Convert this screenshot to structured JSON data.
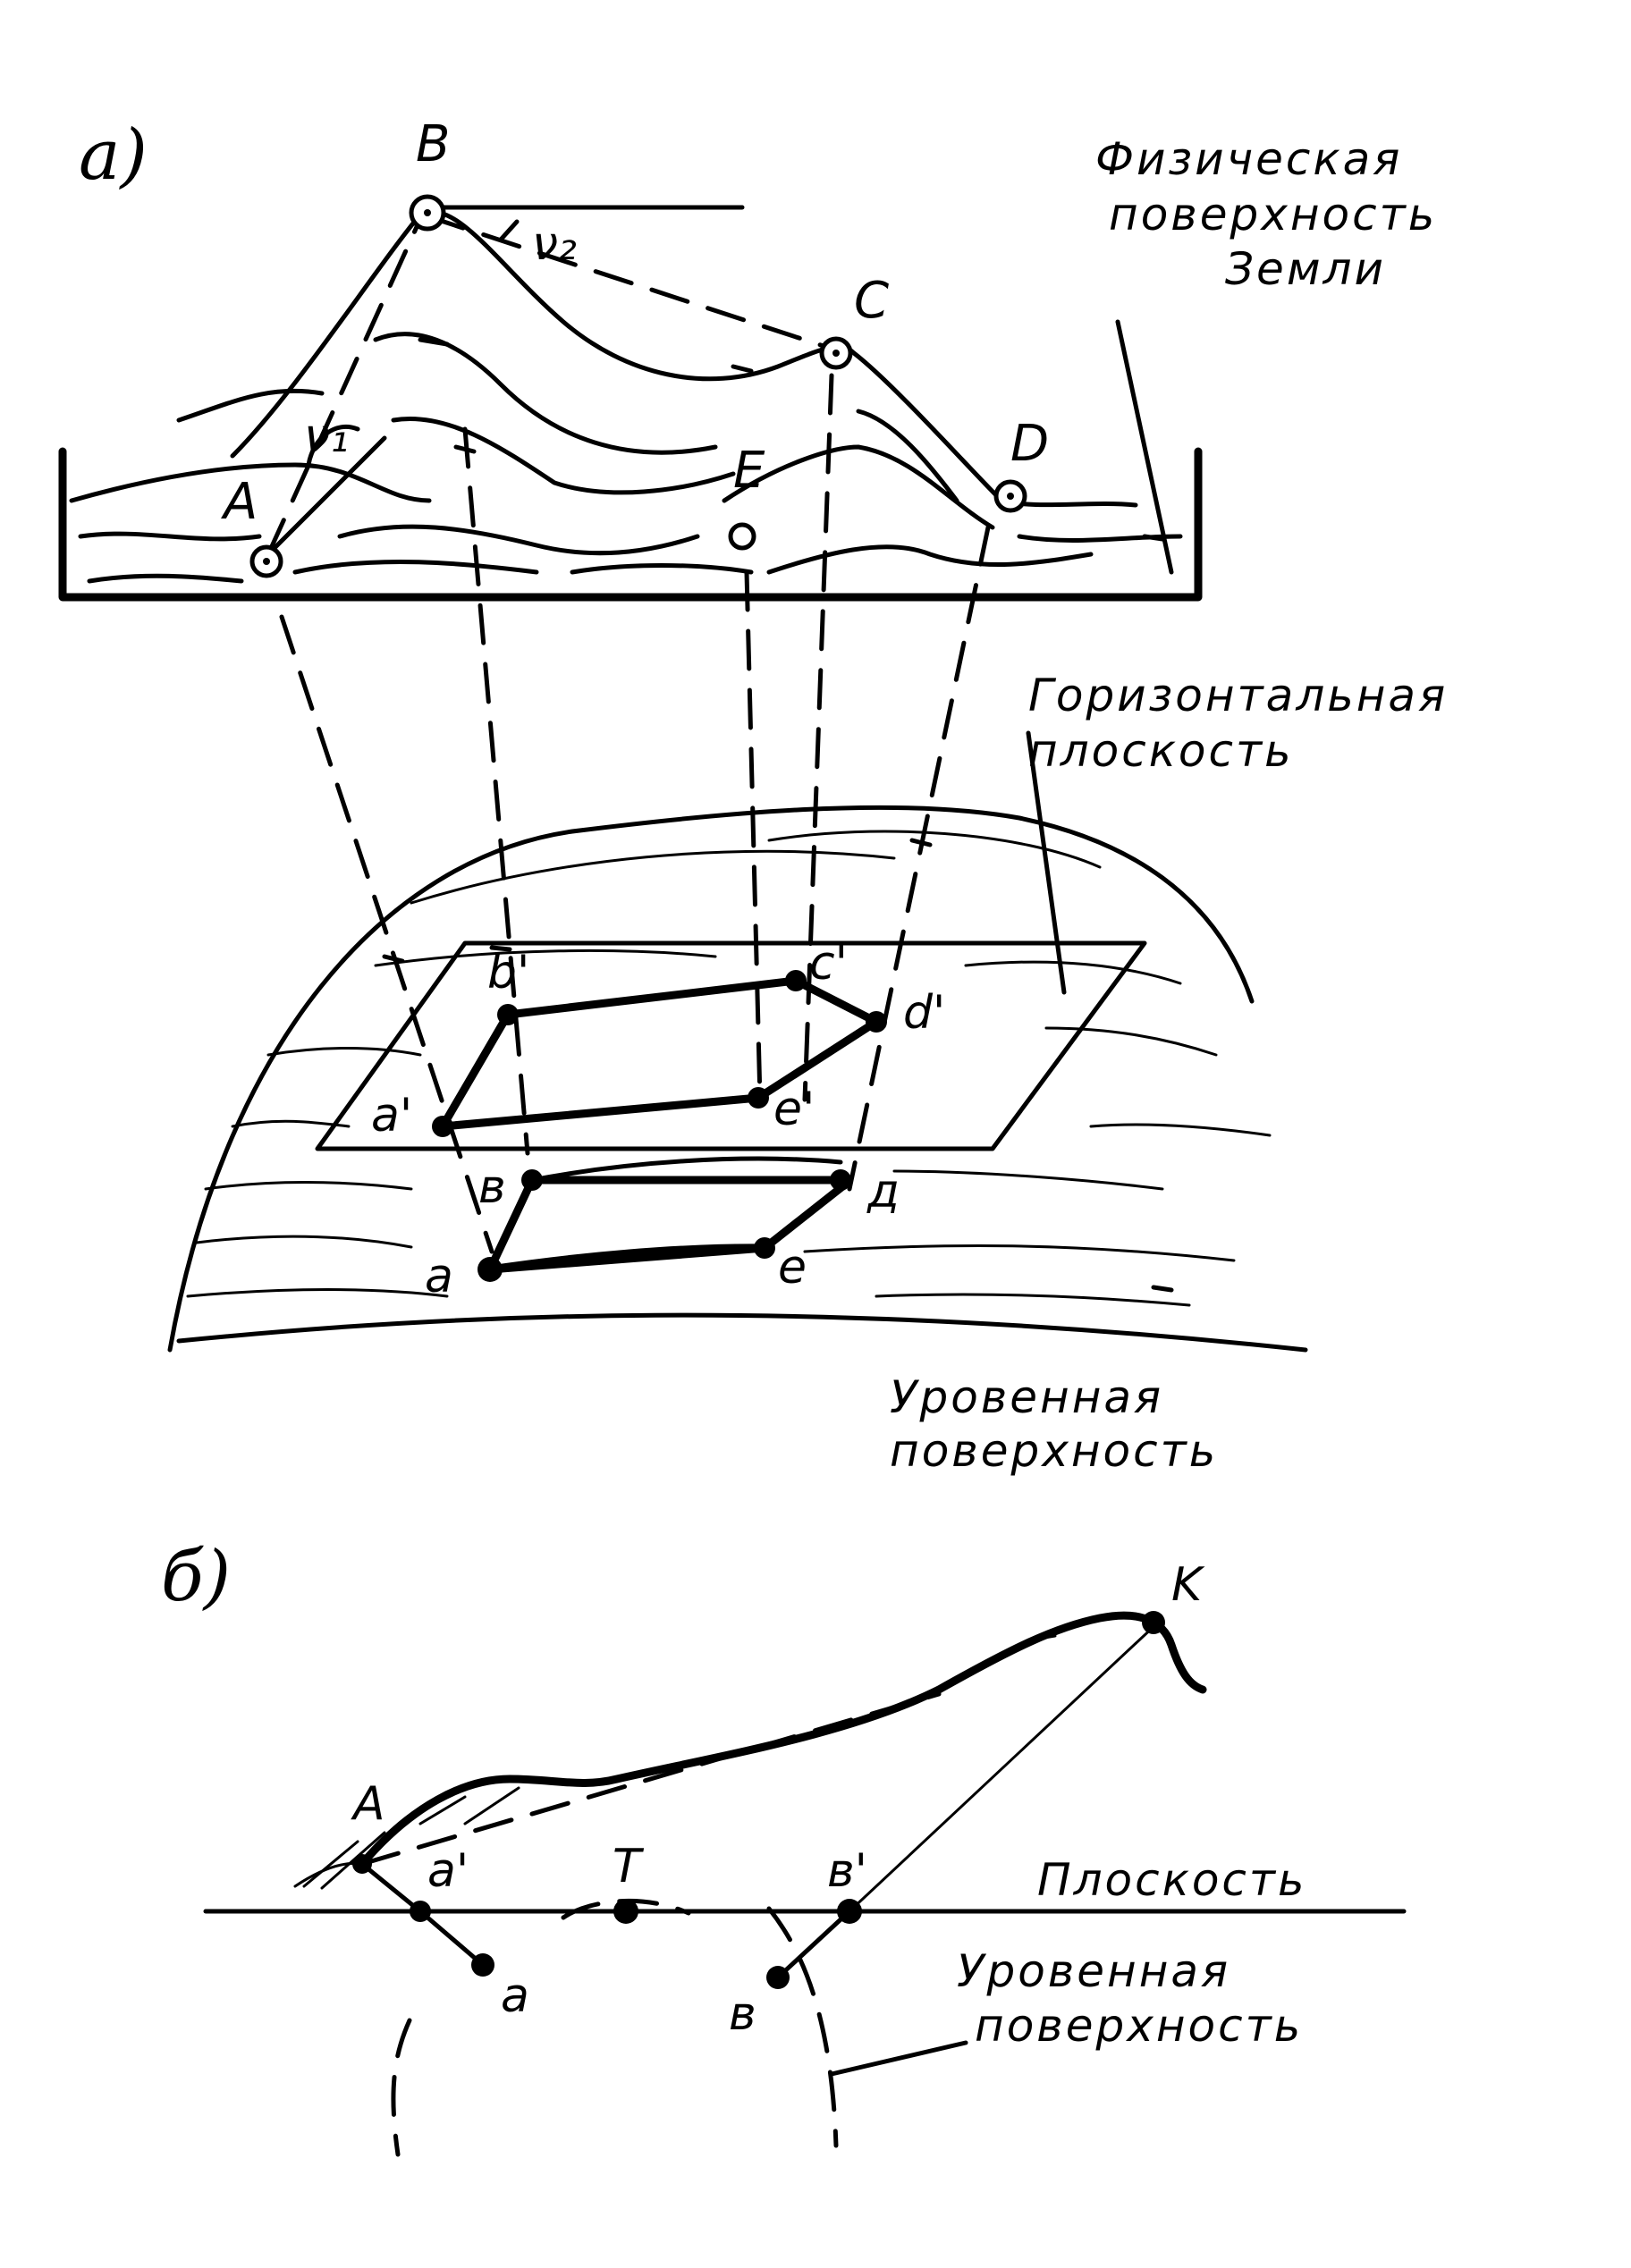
{
  "panels": {
    "a": {
      "label": "а)",
      "surface_points": [
        "A",
        "B",
        "C",
        "D",
        "E"
      ],
      "angles": [
        "ν₁",
        "ν₂"
      ],
      "captions": {
        "physical_surface": [
          "Физическая",
          "поверхность",
          "Земли"
        ],
        "horizontal_plane": [
          "Горизонтальная",
          "плоскость"
        ],
        "level_surface": [
          "Уровенная",
          "поверхность"
        ]
      },
      "plane_points": [
        "a'",
        "b'",
        "c'",
        "d'",
        "e'"
      ],
      "level_points": [
        "a",
        "в",
        "д",
        "е"
      ]
    },
    "b": {
      "label": "б)",
      "points": [
        "A",
        "K",
        "a'",
        "T",
        "в'",
        "a",
        "в"
      ],
      "captions": {
        "plane": "Плоскость",
        "level_surface": [
          "Уровенная",
          "поверхность"
        ]
      }
    }
  }
}
